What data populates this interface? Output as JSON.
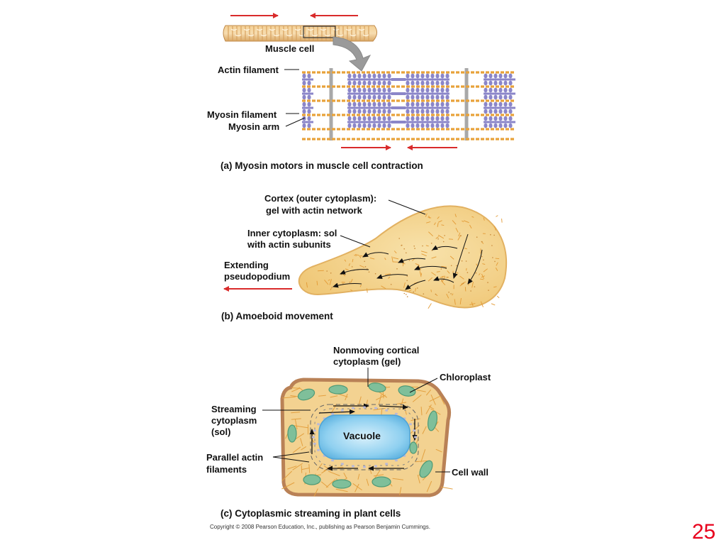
{
  "panel_a": {
    "muscle_cell": "Muscle cell",
    "actin_filament": "Actin filament",
    "myosin_filament": "Myosin filament",
    "myosin_arm": "Myosin arm",
    "caption": "(a) Myosin motors in muscle cell contraction"
  },
  "panel_b": {
    "cortex_line1": "Cortex (outer cytoplasm):",
    "cortex_line2": "gel with actin network",
    "inner_line1": "Inner cytoplasm: sol",
    "inner_line2": "with actin subunits",
    "pseudopodium_line1": "Extending",
    "pseudopodium_line2": "pseudopodium",
    "caption": "(b) Amoeboid movement"
  },
  "panel_c": {
    "nonmoving_line1": "Nonmoving cortical",
    "nonmoving_line2": "cytoplasm (gel)",
    "chloroplast": "Chloroplast",
    "streaming_line1": "Streaming",
    "streaming_line2": "cytoplasm",
    "streaming_line3": "(sol)",
    "vacuole": "Vacuole",
    "parallel_line1": "Parallel actin",
    "parallel_line2": "filaments",
    "cell_wall": "Cell wall",
    "caption": "(c) Cytoplasmic streaming in plant cells"
  },
  "footer": {
    "copyright": "Copyright © 2008 Pearson Education, Inc., publishing as Pearson Benjamin Cummings.",
    "page_number": "25"
  },
  "colors": {
    "actin": "#e8a23a",
    "myosin": "#8b86c9",
    "z_disc": "#a8a8a8",
    "arrow_red": "#d92b2b",
    "cytoplasm": "#f5d592",
    "cytoplasm_edge": "#e8b96a",
    "vacuole": "#7cc3ea",
    "chloroplast": "#7fbf9a",
    "cell_wall": "#c08a5a"
  }
}
